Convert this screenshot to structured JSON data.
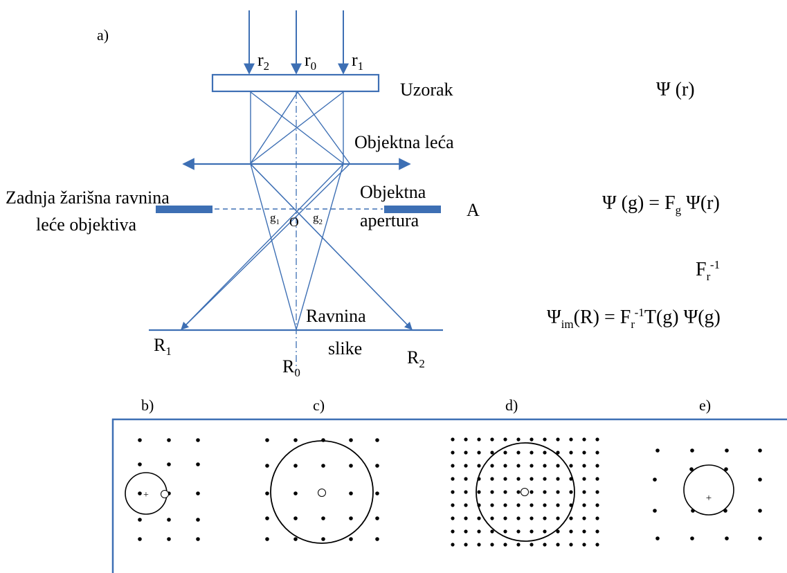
{
  "top": {
    "panel_label": "a)",
    "rays": [
      "r2",
      "r0",
      "r1"
    ],
    "sample_label": "Uzorak",
    "lens_label": "Objektna leća",
    "back_focal_label_line1": "Zadnja žarišna ravnina",
    "back_focal_label_line2": "leće objektiva",
    "aperture_label_line1": "Objektna",
    "aperture_label_line2": "apertura",
    "aperture_letter": "A",
    "origin": "O",
    "g1": "g1",
    "g2": "g2",
    "image_plane_line1": "Ravnina",
    "image_plane_line2": "slike",
    "image_points": [
      "R1",
      "R0",
      "R2"
    ]
  },
  "equations": {
    "psi_r": "Ψ (r)",
    "psi_g": "Ψ (g) = Fg Ψ(r)",
    "inverse": "Fr-1",
    "psi_im": "Ψim(R) = Fr-1T(g) Ψ(g)"
  },
  "colors": {
    "ray": "#3d6fb4",
    "aperture": "#3d6fb4",
    "frame": "#3d6fb4",
    "ink": "#000000"
  },
  "bottom": {
    "panels": [
      "b)",
      "c)",
      "d)",
      "e)"
    ]
  }
}
